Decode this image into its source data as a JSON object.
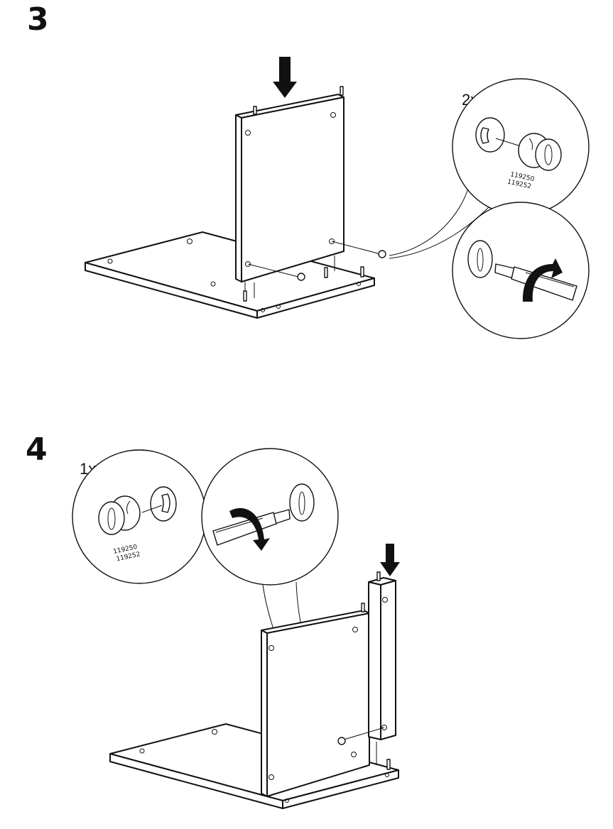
{
  "steps": [
    {
      "number": "3",
      "quantity": "2x",
      "part_numbers": [
        "119250",
        "119252"
      ]
    },
    {
      "number": "4",
      "quantity": "1x",
      "part_numbers": [
        "119250",
        "119252"
      ]
    }
  ],
  "colors": {
    "ink": "#111111",
    "paper": "#ffffff"
  },
  "icons": [
    "down-arrow-icon",
    "screwdriver-icon",
    "rotate-clockwise-icon",
    "cam-lock-fitting-icon"
  ]
}
